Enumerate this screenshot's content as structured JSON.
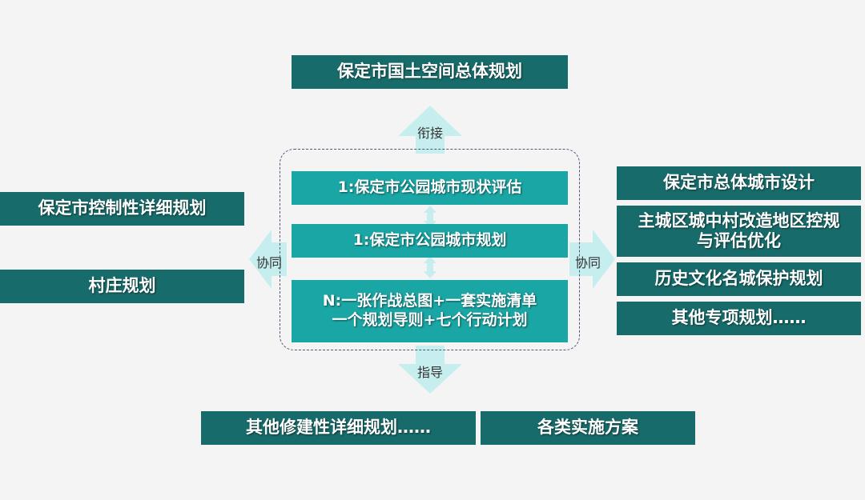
{
  "top": {
    "label": "保定市国土空间总体规划"
  },
  "bottom": [
    {
      "label": "其他修建性详细规划……"
    },
    {
      "label": "各类实施方案"
    }
  ],
  "left": [
    {
      "label": "保定市控制性详细规划"
    },
    {
      "label": "村庄规划"
    }
  ],
  "right": [
    {
      "lines": [
        "保定市总体城市设计"
      ]
    },
    {
      "lines": [
        "主城区城中村改造地区控规",
        "与评估优化"
      ]
    },
    {
      "lines": [
        "历史文化名城保护规划"
      ]
    },
    {
      "lines": [
        "其他专项规划……"
      ]
    }
  ],
  "core": [
    {
      "lines": [
        "1:保定市公园城市现状评估"
      ]
    },
    {
      "lines": [
        "1:保定市公园城市规划"
      ]
    },
    {
      "lines": [
        "N:一张作战总图+一套实施清单",
        "一个规划导则+七个行动计划"
      ]
    }
  ],
  "relations": {
    "up": "衔接",
    "down": "指导",
    "left": "协同",
    "right": "协同"
  },
  "colors": {
    "dark_box": "#176c6b",
    "core_box": "#1aa6a4",
    "arrow": "#c7eeee",
    "background": "#f4f4f4"
  }
}
